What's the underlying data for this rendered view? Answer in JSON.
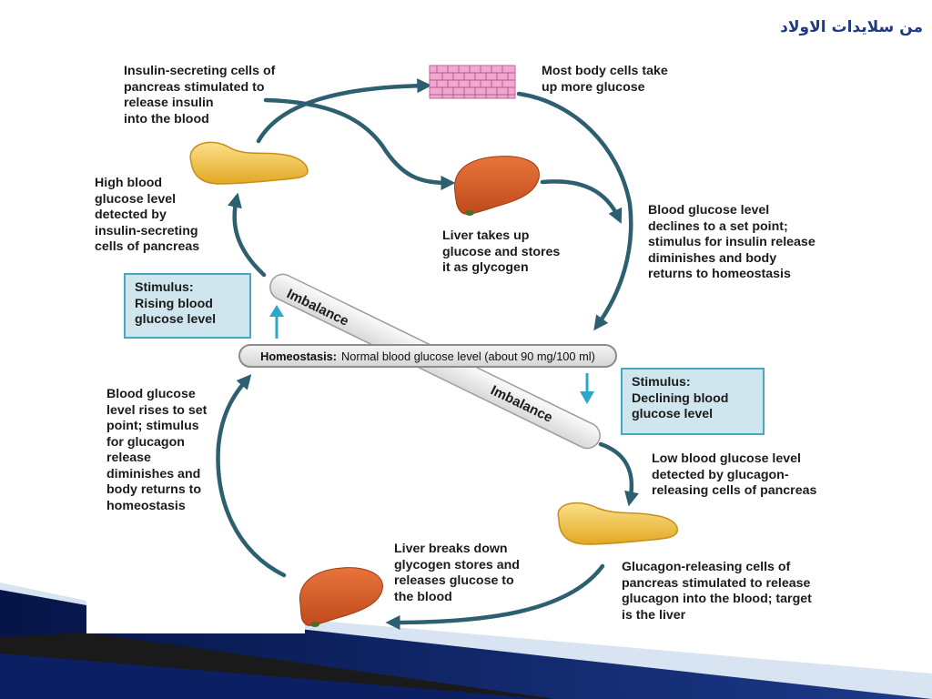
{
  "slide_title": "من سلايدات الاولاد",
  "labels": {
    "insulin_secreting": "Insulin-secreting cells of\npancreas stimulated to\nrelease insulin\ninto the blood",
    "body_cells": "Most body cells take\nup more glucose",
    "high_glucose": "High blood\nglucose level\ndetected by\ninsulin-secreting\ncells of pancreas",
    "liver_stores": "Liver takes up\nglucose and stores\nit as glycogen",
    "declines": "Blood glucose level\ndeclines to a set point;\nstimulus for insulin release\ndiminishes and body\nreturns to homeostasis",
    "rises": "Blood glucose\nlevel rises to set\npoint; stimulus\nfor glucagon\nrelease\ndiminishes and\nbody returns to\nhomeostasis",
    "low_glucose": "Low blood glucose level\ndetected by glucagon-\nreleasing cells of pancreas",
    "liver_breaks": "Liver breaks down\nglycogen stores and\nreleases glucose to\nthe blood",
    "glucagon_releasing": "Glucagon-releasing cells of\npancreas stimulated to release\nglucagon into the blood; target\nis the liver"
  },
  "stimulus_rising": "Stimulus:\nRising blood\nglucose level",
  "stimulus_declining": "Stimulus:\nDeclining blood\nglucose level",
  "homeostasis": {
    "bold": "Homeostasis:",
    "text": "Normal blood glucose level (about 90 mg/100 ml)"
  },
  "imbalance_top": "Imbalance",
  "imbalance_bottom": "Imbalance",
  "colors": {
    "arrow": "#2c5f6f",
    "stimulus_arrow": "#2aa7c9",
    "stimulus_fill": "#cfe6ee",
    "stimulus_border": "#46a8c4",
    "liver": "#d9622c",
    "pancreas": "#f2c24a",
    "cells": "#f3a6cf",
    "title": "#1f3b82",
    "footer_navy": "#0b1f63"
  }
}
